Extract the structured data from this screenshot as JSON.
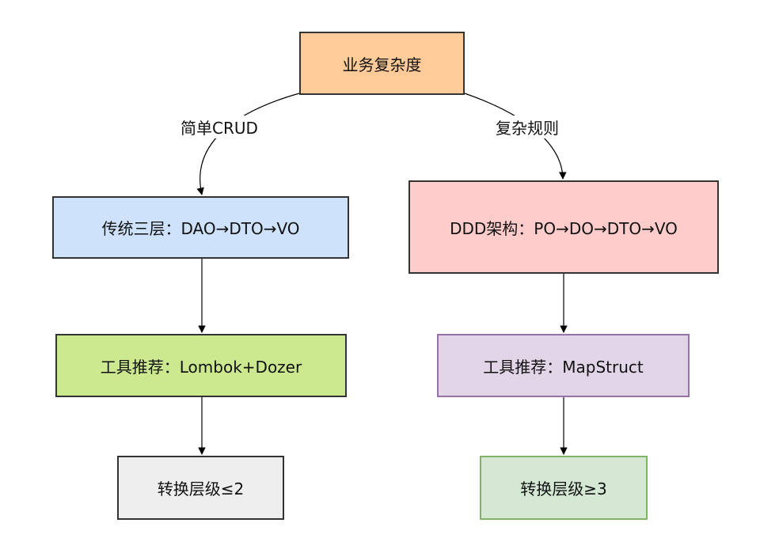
{
  "diagram": {
    "root": {
      "label": "业务复杂度"
    },
    "branches": {
      "left": {
        "edge_label": "简单CRUD",
        "architecture": "传统三层：DAO→DTO→VO",
        "tools": "工具推荐：Lombok+Dozer",
        "levels": "转换层级≤2"
      },
      "right": {
        "edge_label": "复杂规则",
        "architecture": "DDD架构：PO→DO→DTO→VO",
        "tools": "工具推荐：MapStruct",
        "levels": "转换层级≥3"
      }
    },
    "colors": {
      "root_fill": "#ffcc99",
      "left_architecture_fill": "#cfe2fb",
      "right_architecture_fill": "#ffcccc",
      "left_tools_fill": "#cde990",
      "right_tools_fill": "#e1d5e7",
      "left_levels_fill": "#eeeeee",
      "right_levels_fill": "#d5e8d4",
      "edge_color": "#000000"
    }
  }
}
